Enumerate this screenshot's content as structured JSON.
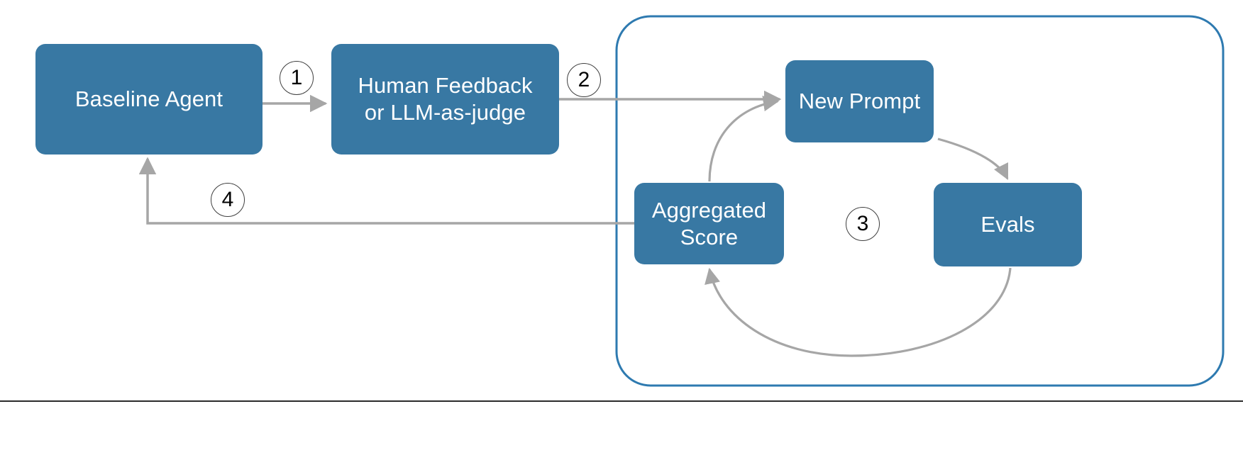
{
  "diagram": {
    "title": "Agent prompt-optimization feedback loop",
    "colors": {
      "node_fill": "#3878a3",
      "node_text": "#ffffff",
      "container_border": "#2e7ab0",
      "arrow": "#a6a6a6",
      "badge_border": "#3f3f3f",
      "background": "#ffffff"
    },
    "nodes": [
      {
        "id": "baseline-agent",
        "label": "Baseline Agent"
      },
      {
        "id": "human-feedback",
        "label": "Human Feedback\nor LLM-as-judge"
      },
      {
        "id": "new-prompt",
        "label": "New Prompt"
      },
      {
        "id": "aggregated-score",
        "label": "Aggregated\nScore"
      },
      {
        "id": "evals",
        "label": "Evals"
      }
    ],
    "step_badges": [
      {
        "id": "step-1",
        "label": "1"
      },
      {
        "id": "step-2",
        "label": "2"
      },
      {
        "id": "step-3",
        "label": "3"
      },
      {
        "id": "step-4",
        "label": "4"
      }
    ],
    "connectors": [
      {
        "id": "baseline-to-feedback",
        "from": "baseline-agent",
        "to": "human-feedback",
        "step": "1",
        "style": "straight-arrow"
      },
      {
        "id": "feedback-to-new-prompt",
        "from": "human-feedback",
        "to": "new-prompt",
        "step": "2",
        "style": "straight-arrow"
      },
      {
        "id": "new-prompt-to-evals",
        "from": "new-prompt",
        "to": "evals",
        "step": "3",
        "style": "curved-arrow"
      },
      {
        "id": "evals-to-aggregated",
        "from": "evals",
        "to": "aggregated-score",
        "step": "3",
        "style": "curved-arrow"
      },
      {
        "id": "aggregated-to-new-prompt",
        "from": "aggregated-score",
        "to": "new-prompt",
        "step": "3",
        "style": "curved-arrow"
      },
      {
        "id": "aggregated-to-baseline",
        "from": "aggregated-score",
        "to": "baseline-agent",
        "step": "4",
        "style": "elbow-arrow"
      }
    ],
    "container": {
      "id": "optimization-loop-container",
      "shape": "rounded-rectangle",
      "border_color": "#2e7ab0"
    }
  }
}
